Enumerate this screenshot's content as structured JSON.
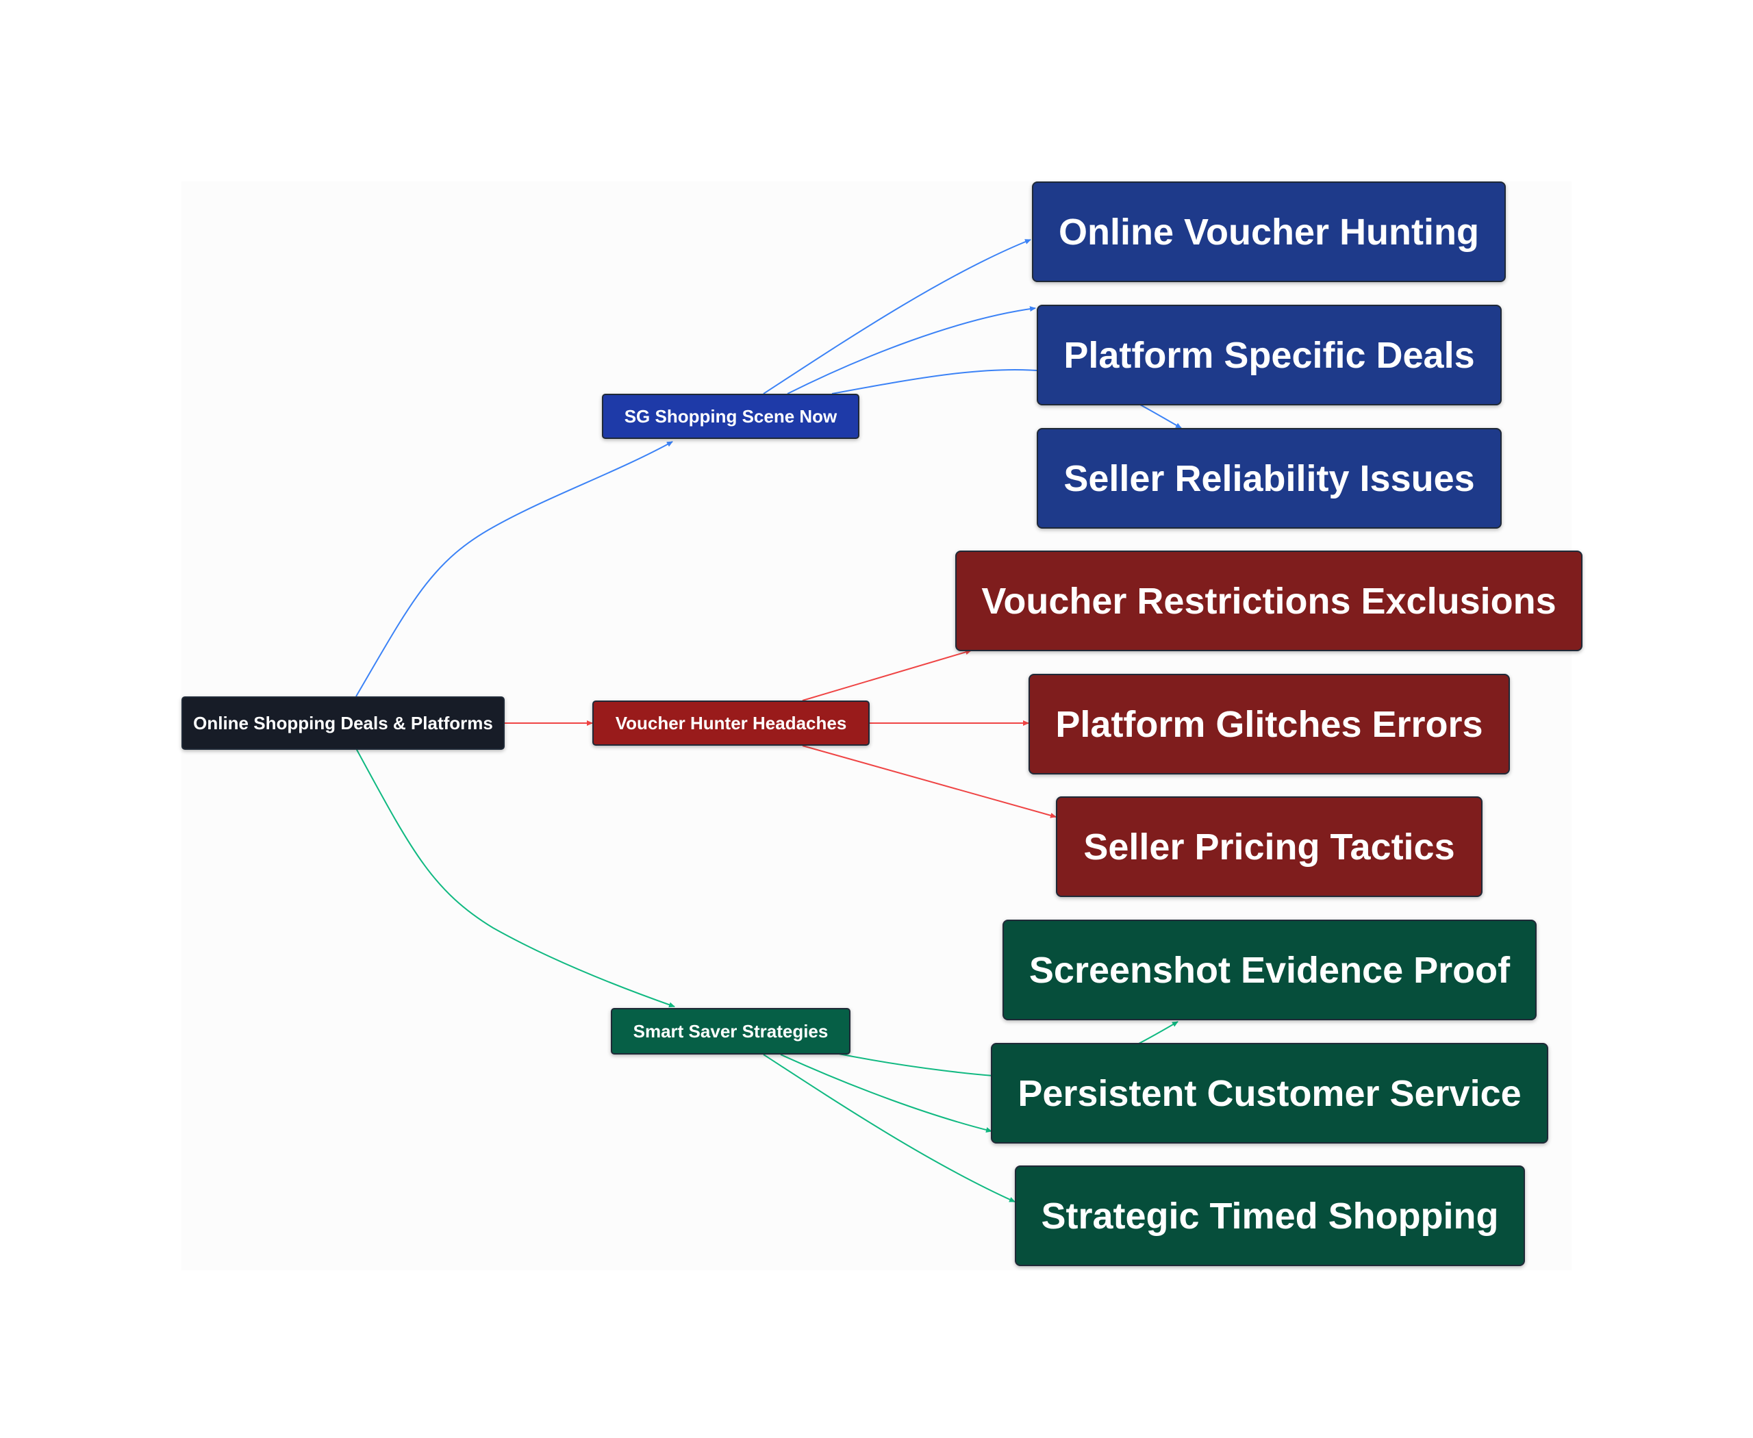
{
  "colors": {
    "root": "#171c27",
    "blue": "#1e3a8a",
    "blue_mid": "#1e3aa8",
    "blue_edge": "#3b82f6",
    "red": "#7f1d1d",
    "red_mid": "#991b1b",
    "red_edge": "#ef4444",
    "green": "#064e3b",
    "green_mid": "#065f46",
    "green_edge": "#10b981"
  },
  "nodes": {
    "root": {
      "label": "Online Shopping Deals & Platforms"
    },
    "sg_scene": {
      "label": "SG Shopping Scene Now"
    },
    "voucher_headaches": {
      "label": "Voucher Hunter Headaches"
    },
    "smart_saver": {
      "label": "Smart Saver Strategies"
    },
    "online_voucher_hunting": {
      "label": "Online Voucher Hunting"
    },
    "platform_specific_deals": {
      "label": "Platform Specific Deals"
    },
    "seller_reliability_issues": {
      "label": "Seller Reliability Issues"
    },
    "voucher_restrictions_exclusions": {
      "label": "Voucher Restrictions Exclusions"
    },
    "platform_glitches_errors": {
      "label": "Platform Glitches Errors"
    },
    "seller_pricing_tactics": {
      "label": "Seller Pricing Tactics"
    },
    "screenshot_evidence_proof": {
      "label": "Screenshot Evidence Proof"
    },
    "persistent_customer_service": {
      "label": "Persistent Customer Service"
    },
    "strategic_timed_shopping": {
      "label": "Strategic Timed Shopping"
    }
  }
}
